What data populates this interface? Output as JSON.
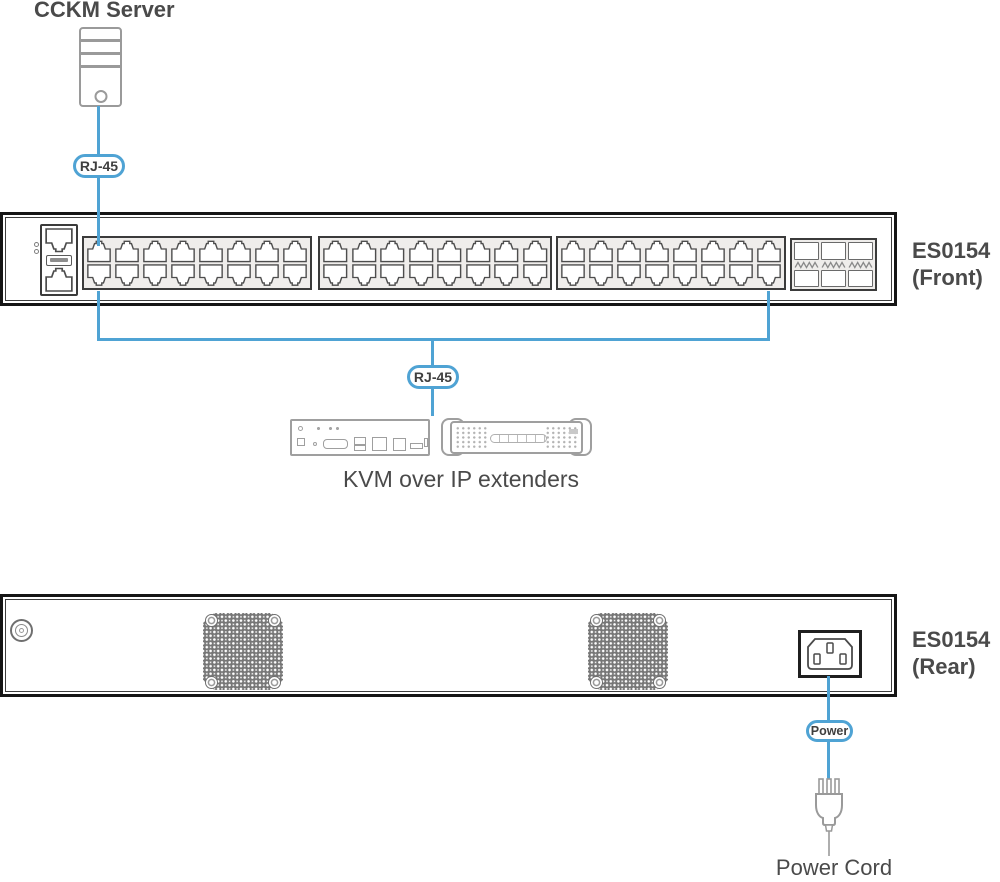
{
  "labels": {
    "cckm_server": "CCKM Server",
    "rj45_top": "RJ-45",
    "rj45_bottom": "RJ-45",
    "power": "Power",
    "kvm_extenders": "KVM over IP extenders",
    "power_cord": "Power Cord",
    "front_name": "ES0154",
    "front_view": "(Front)",
    "rear_name": "ES0154",
    "rear_view": "(Rear)"
  },
  "colors": {
    "cable_blue": "#4FA3D4",
    "panel_border": "#161616",
    "text_gray": "#4a4a4a",
    "device_outline": "#9a9a9a"
  },
  "front_panel": {
    "port_groups": [
      {
        "columns": 8,
        "rows": 2
      },
      {
        "columns": 8,
        "rows": 2
      },
      {
        "columns": 8,
        "rows": 2
      }
    ],
    "sfp_block": {
      "columns": 3,
      "rows": 2
    },
    "console_ports": 2,
    "status_leds": 2
  },
  "rear_panel": {
    "fan_vents": 2,
    "ground_screw": 1,
    "power_inlet": 1
  }
}
